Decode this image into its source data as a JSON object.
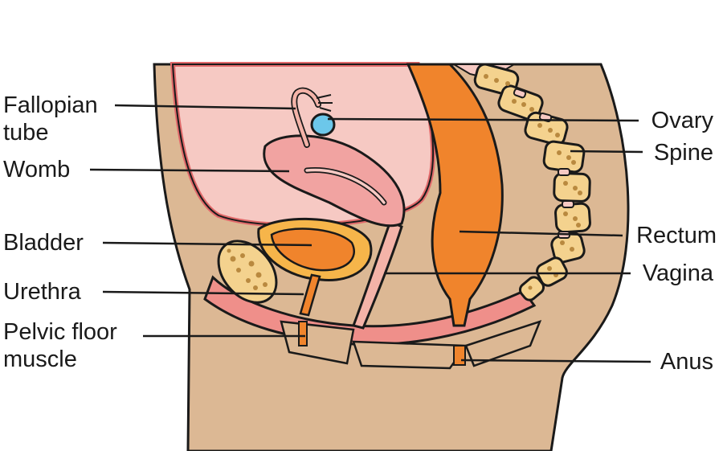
{
  "labels": {
    "fallopian_tube": "Fallopian\ntube",
    "womb": "Womb",
    "bladder": "Bladder",
    "urethra": "Urethra",
    "pelvic_floor_muscle": "Pelvic floor\nmuscle",
    "ovary": "Ovary",
    "spine": "Spine",
    "rectum": "Rectum",
    "vagina": "Vagina",
    "anus": "Anus"
  },
  "colors": {
    "skin": "#dcb894",
    "outline": "#1a1a1a",
    "cavity": "#f6c9c3",
    "womb": "#f1a3a1",
    "muscle": "#ef8f8a",
    "bladder_outer": "#f6b54a",
    "bladder_inner": "#f0842c",
    "rectum": "#f0842c",
    "bone": "#f4d28e",
    "bone_dots": "#b9893f",
    "ovary": "#6cc7ea",
    "tube": "#f4b3a8"
  }
}
